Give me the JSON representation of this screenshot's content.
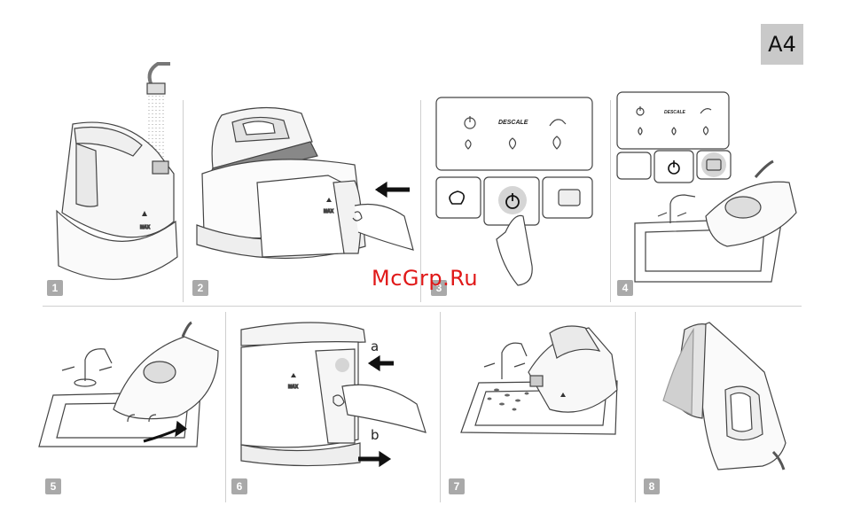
{
  "page": {
    "corner_label": "A4"
  },
  "watermark": "McGrp.Ru",
  "steps": [
    {
      "number": "1"
    },
    {
      "number": "2"
    },
    {
      "number": "3"
    },
    {
      "number": "4"
    },
    {
      "number": "5"
    },
    {
      "number": "6"
    },
    {
      "number": "7"
    },
    {
      "number": "8"
    }
  ],
  "panel3": {
    "descale_label": "DESCALE"
  },
  "panel4": {
    "descale_label": "DESCALE"
  },
  "panel6": {
    "label_a": "a",
    "label_b": "b"
  },
  "tank_marks": {
    "max_label": "MAX"
  },
  "colors": {
    "badge": "#a9a9a9",
    "corner": "#c9c9c9",
    "watermark": "#e01818"
  }
}
